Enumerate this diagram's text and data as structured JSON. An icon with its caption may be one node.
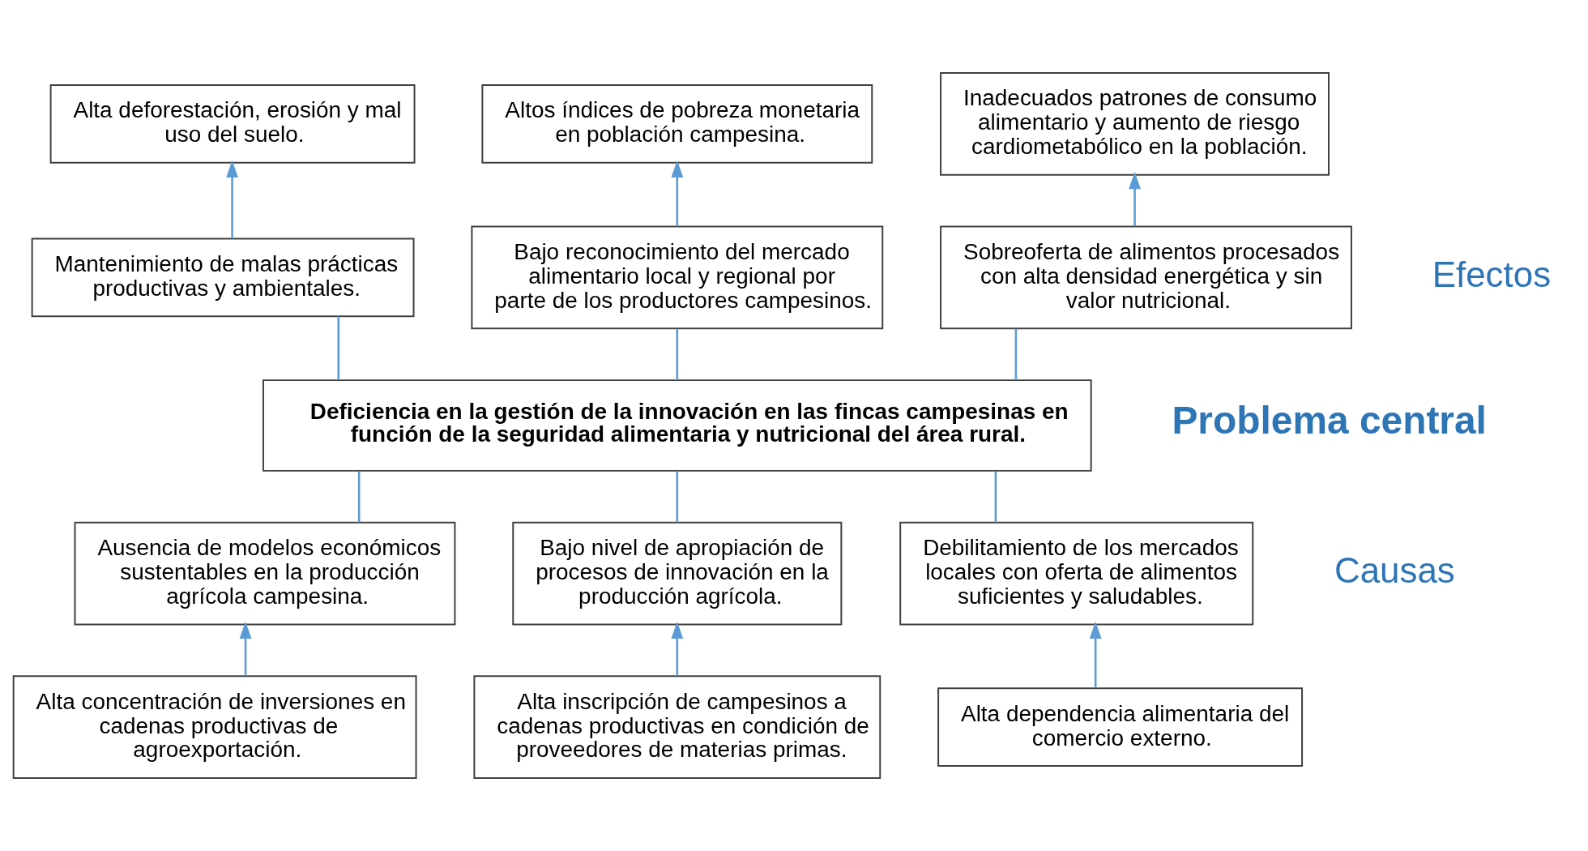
{
  "diagram": {
    "nodes": [
      {
        "text": [
          "Alta deforestación, erosión y mal uso del suelo."
        ]
      },
      {
        "text": [
          "Altos índices de pobreza monetaria en población campesina."
        ]
      },
      {
        "text": [
          "Inadecuados patrones de consumo alimentario y aumento de riesgo cardiometabólico en la población."
        ]
      },
      {
        "text": [
          "Mantenimiento de malas prácticas productivas y ambientales."
        ]
      },
      {
        "text": [
          "Bajo reconocimiento del mercado alimentario local y regional por parte de los productores campesinos."
        ]
      },
      {
        "text": [
          "Sobreoferta de alimentos procesados con alta densidad energética y sin valor nutricional."
        ]
      },
      {
        "text": [
          "Deficiencia en la gestión de la innovación en las fincas campesinas en función de la seguridad alimentaria y nutricional del área rural."
        ]
      },
      {
        "text": [
          "Ausencia de modelos económicos sustentables en la producción agrícola campesina."
        ]
      },
      {
        "text": [
          "Bajo nivel de apropiación de procesos de innovación en la producción agrícola."
        ]
      },
      {
        "text": [
          "Debilitamiento de los mercados locales con oferta de alimentos suficientes y saludables."
        ]
      },
      {
        "text": [
          "Alta concentración de inversiones en cadenas productivas de agroexportación."
        ]
      },
      {
        "text": [
          "Alta inscripción de campesinos a cadenas productivas en condición de proveedores de materias primas."
        ]
      },
      {
        "text": [
          "Alta dependencia alimentaria del comercio externo."
        ]
      }
    ],
    "edges": [
      {
        "from": 3,
        "to": 0,
        "arrow": "to"
      },
      {
        "from": 4,
        "to": 1,
        "arrow": "to"
      },
      {
        "from": 5,
        "to": 2,
        "arrow": "to"
      },
      {
        "from": 6,
        "to": 3,
        "arrow": "none"
      },
      {
        "from": 6,
        "to": 4,
        "arrow": "none"
      },
      {
        "from": 6,
        "to": 5,
        "arrow": "none"
      },
      {
        "from": 6,
        "to": 7,
        "arrow": "none"
      },
      {
        "from": 6,
        "to": 8,
        "arrow": "none"
      },
      {
        "from": 6,
        "to": 9,
        "arrow": "none"
      },
      {
        "from": 10,
        "to": 7,
        "arrow": "to"
      },
      {
        "from": 11,
        "to": 8,
        "arrow": "to"
      },
      {
        "from": 12,
        "to": 9,
        "arrow": "to"
      }
    ],
    "labels": [
      "Efectos",
      "Problema central",
      "Causas"
    ]
  }
}
